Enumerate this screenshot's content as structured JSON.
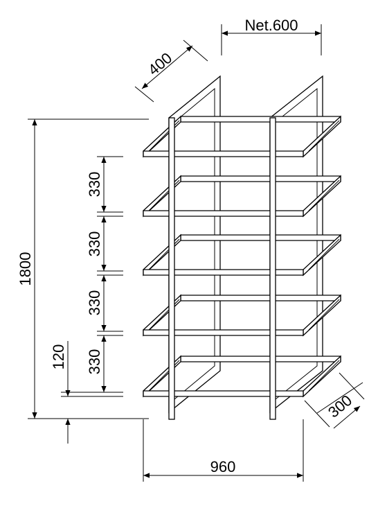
{
  "dimensions": {
    "net": "Net.600",
    "depth_top": "400",
    "height_total": "1800",
    "shelf_gap_1": "330",
    "shelf_gap_2": "330",
    "shelf_gap_3": "330",
    "shelf_gap_4": "330",
    "base_height": "120",
    "width": "960",
    "shelf_depth": "300"
  }
}
